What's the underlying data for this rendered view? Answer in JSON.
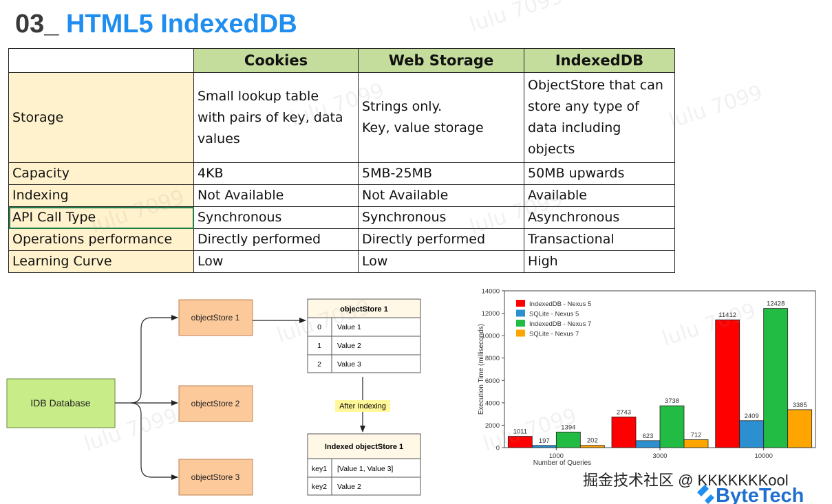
{
  "title": {
    "number": "03",
    "separator": "_",
    "text": "HTML5 IndexedDB"
  },
  "table": {
    "headers": [
      "",
      "Cookies",
      "Web Storage",
      "IndexedDB"
    ],
    "rows": [
      {
        "label": "Storage",
        "cells": [
          "Small lookup table\nwith pairs of key, data\nvalues",
          "Strings only.\nKey, value storage",
          "ObjectStore that can\nstore any type of\ndata including\nobjects"
        ]
      },
      {
        "label": "Capacity",
        "cells": [
          "4KB",
          "5MB-25MB",
          "50MB upwards"
        ]
      },
      {
        "label": "Indexing",
        "cells": [
          "Not Available",
          "Not Available",
          "Available"
        ]
      },
      {
        "label": "API Call Type",
        "cells": [
          "Synchronous",
          "Synchronous",
          "Asynchronous"
        ]
      },
      {
        "label": "Operations performance",
        "cells": [
          "Directly performed",
          "Directly performed",
          "Transactional"
        ]
      },
      {
        "label": "Learning Curve",
        "cells": [
          "Low",
          "Low",
          "High"
        ]
      }
    ]
  },
  "diagram": {
    "database": "IDB Database",
    "stores": [
      "objectStore 1",
      "objectStore 2",
      "objectStore 3"
    ],
    "detail": {
      "title": "objectStore 1",
      "rows": [
        [
          "0",
          "Value 1"
        ],
        [
          "1",
          "Value 2"
        ],
        [
          "2",
          "Value 3"
        ]
      ]
    },
    "arrow_label": "After Indexing",
    "indexed": {
      "title": "Indexed objectStore 1",
      "rows": [
        [
          "key1",
          "[Value 1, Value 3]"
        ],
        [
          "key2",
          "Value 2"
        ]
      ]
    }
  },
  "chart_data": {
    "type": "bar",
    "categories": [
      "1000",
      "3000",
      "10000"
    ],
    "series": [
      {
        "name": "IndexedDB - Nexus 5",
        "color": "#ff0000",
        "values": [
          1011,
          2743,
          11412
        ]
      },
      {
        "name": "SQLite - Nexus 5",
        "color": "#2b8fd0",
        "values": [
          197,
          623,
          2409
        ]
      },
      {
        "name": "IndexedDB - Nexus 7",
        "color": "#22bb44",
        "values": [
          1394,
          3738,
          12428
        ]
      },
      {
        "name": "SQLite - Nexus 7",
        "color": "#ffa500",
        "values": [
          202,
          712,
          3385
        ]
      }
    ],
    "xlabel": "Number of Queries",
    "ylabel": "Execution Time (milliseconds)",
    "ylim": [
      0,
      14000
    ],
    "yticks": [
      0,
      2000,
      4000,
      6000,
      8000,
      10000,
      12000,
      14000
    ],
    "legend": "top-left",
    "grid": false
  },
  "watermark": "lulu 7099",
  "footer": {
    "community": "掘金技术社区 @ KKKKKKKool",
    "brand": "ByteTech"
  }
}
